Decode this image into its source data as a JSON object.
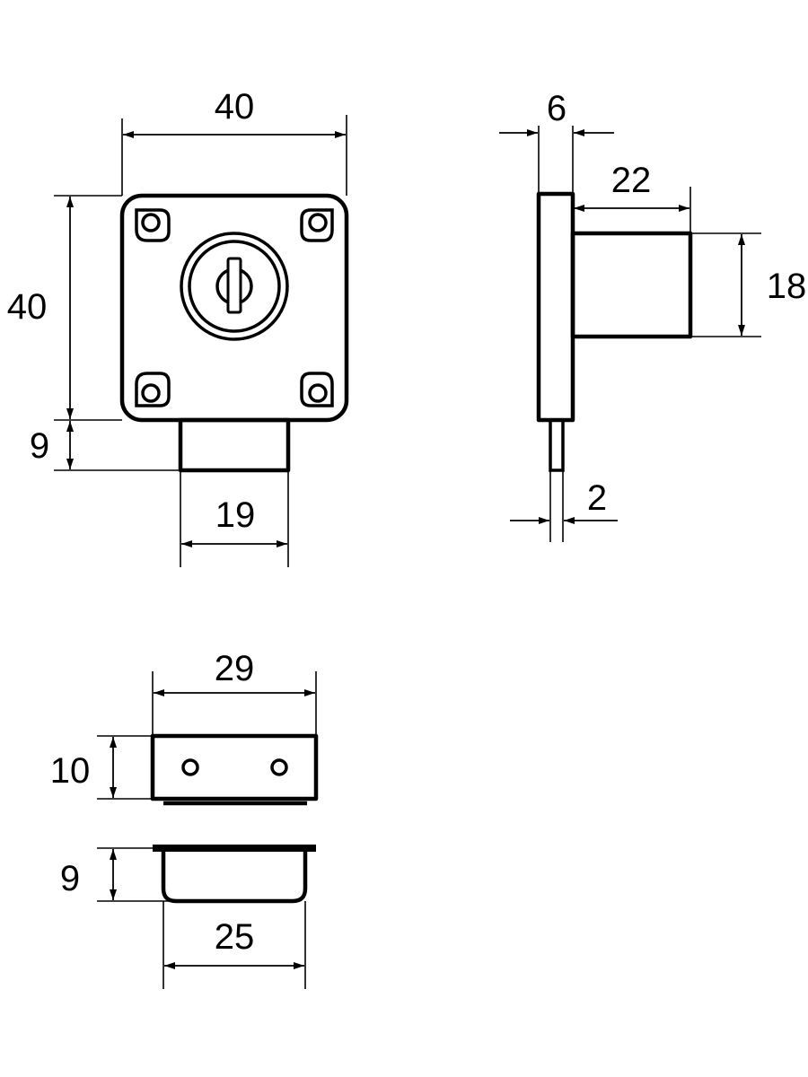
{
  "diagram": {
    "front_view": {
      "width_label": "40",
      "height_label": "40",
      "bolt_height_label": "9",
      "bolt_width_label": "19"
    },
    "side_view": {
      "plate_thickness_label": "6",
      "body_depth_label": "22",
      "body_height_label": "18",
      "bolt_thickness_label": "2"
    },
    "strike_plate_view": {
      "width_label": "29",
      "height_label": "10"
    },
    "cup_view": {
      "height_label": "9",
      "width_label": "25"
    }
  }
}
